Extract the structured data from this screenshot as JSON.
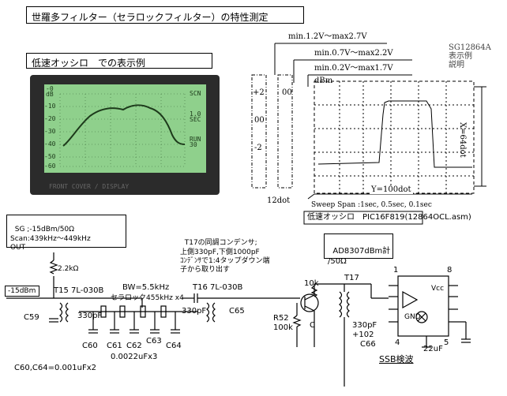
{
  "title": "世羅多フィルター（セラロックフィルター）の特性測定",
  "oscilloscope_caption": "低速オッシロ　での表示例",
  "lcd": {
    "top_left_label": "-0\ndB",
    "y_ticks": [
      "-10",
      "-20",
      "-30",
      "-40",
      "-50",
      "-60"
    ],
    "right_label_1": "SCN",
    "right_label_2": "1.0\nSEC",
    "right_label_3": "RUN\n30",
    "bottom_text": "FRONT COVER / DISPLAY"
  },
  "explanation": {
    "sg_label": "SG12864A\n表示例\n説明",
    "range_1": "min.1.2V～max2.7V",
    "range_2": "min.0.7V～max2.2V",
    "range_3": "min.0.2V～max1.7V",
    "ticks_left": [
      "+2",
      "00",
      "-2"
    ],
    "dbm": "dBm",
    "tick_00": "00",
    "x64": "X=64dot",
    "y100": "Y=100dot",
    "dot12": "12dot",
    "sweep": "Sweep Span :1sec, 0.5sec, 0.1sec",
    "osc_title": "低速オッシロ　PIC16F819(12864OCL.asm)"
  },
  "circuit": {
    "sg_box": "SG ;-15dBm/50Ω\nScan:439kHz～449kHz\nOUT",
    "r_22k": "2.2kΩ",
    "m15dbm": "-15dBm",
    "t15": "T15 7L-030B",
    "c59": "C59",
    "c330_1": "330pF",
    "bw": "BW=5.5kHz",
    "ceralock": "セラロック455kHz x4",
    "t16": "T16 7L-030B",
    "c330_2": "330pF",
    "c65": "C65",
    "c60": "C60",
    "c61": "C61",
    "c62": "C62",
    "c63": "C63",
    "c64": "C64",
    "c0022": "0.0022uFx3",
    "c60c64": "C60,C64=0.001uFx2",
    "t17_note": "T17の同調コンデンサ;\n上側330pF,下側1000pF\nｺﾝﾃﾞﾝｻで1:4タップダウン端\n子から取り出す",
    "ad8307": "AD8307dBm計\n/50Ω",
    "r10k": "10k",
    "t17": "T17",
    "r52": "R52\n100k",
    "c_small": "C",
    "c330_3": "330pF",
    "c102": "+102",
    "c66": "C66",
    "pin1": "1",
    "pin8": "8",
    "pin4": "4",
    "pin5": "5",
    "vcc": "Vcc",
    "gnd": "GND",
    "c22u": "22uF",
    "ssb": "SSB検波"
  }
}
